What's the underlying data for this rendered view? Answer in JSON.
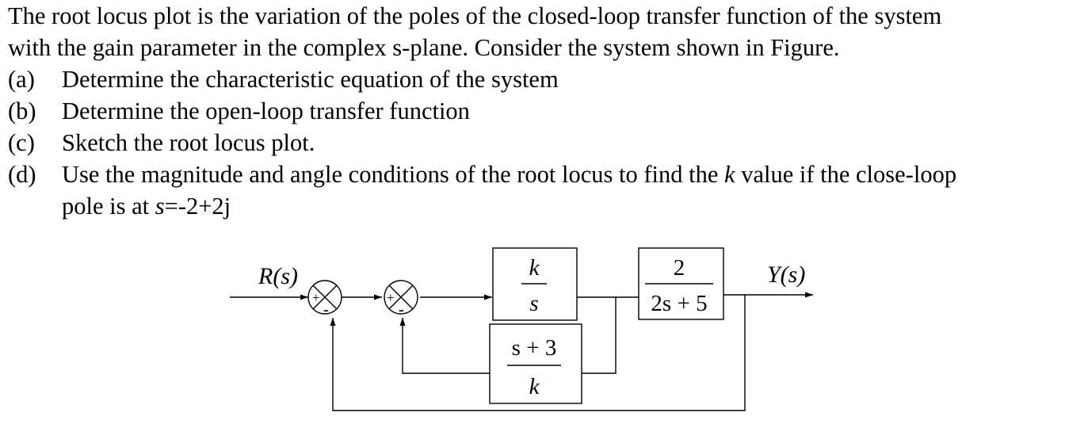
{
  "problem": {
    "intro_line1": "The root locus plot is the variation of the poles of the closed-loop transfer function of the system",
    "intro_line2": "with the gain parameter in the complex s-plane. Consider the system shown in Figure.",
    "parts": [
      {
        "label": "(a)",
        "text": "Determine the characteristic equation of the system"
      },
      {
        "label": "(b)",
        "text": "Determine the open-loop transfer function"
      },
      {
        "label": "(c)",
        "text": "Sketch the root locus plot."
      },
      {
        "label": "(d)",
        "text_pre": "Use the magnitude and angle conditions of the root locus to find the ",
        "text_var": "k",
        "text_post": " value if the close-loop"
      }
    ],
    "part_d_line2_pre": "pole is at ",
    "part_d_line2_var": "s",
    "part_d_line2_post": "=-2+2j"
  },
  "diagram": {
    "input_label": "R(s)",
    "output_label": "Y(s)",
    "sum1": {
      "plus": "+",
      "minus": "-"
    },
    "sum2": {
      "plus": "+",
      "minus": "-"
    },
    "block_forward": {
      "numerator": "k",
      "denominator": "s"
    },
    "block_plant": {
      "numerator": "2",
      "denominator": "2s + 5"
    },
    "block_feedback": {
      "numerator": "s + 3",
      "denominator": "k"
    }
  }
}
